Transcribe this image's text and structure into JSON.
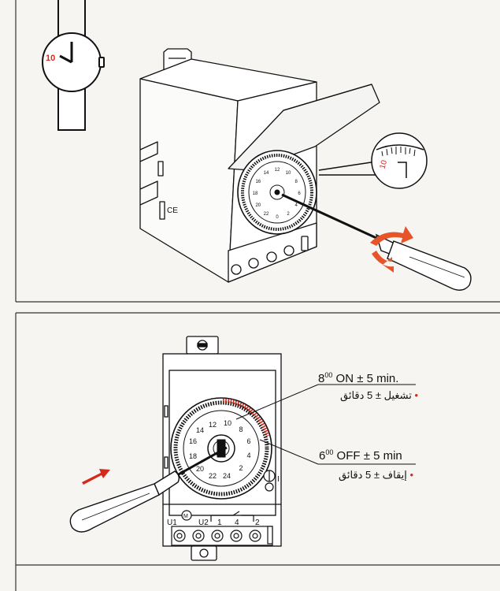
{
  "watch": {
    "hour_number": "10"
  },
  "dial_numbers": [
    "12",
    "10",
    "8",
    "6",
    "4",
    "2",
    "0",
    "22",
    "20",
    "18",
    "16",
    "14"
  ],
  "bottom_dial_numbers": [
    "12",
    "10",
    "8",
    "6",
    "4",
    "2",
    "24",
    "22",
    "20",
    "18",
    "16",
    "14"
  ],
  "terminal_labels": [
    "U1",
    "U2",
    "1",
    "4",
    "2"
  ],
  "switch_symbol": "I",
  "module_badge": "M",
  "ce_mark": "CE",
  "callouts": {
    "on": {
      "hour": "8",
      "superscript": "00",
      "text": "ON ± 5 min."
    },
    "on_arabic": "تشغيل ± 5 دقائق",
    "off": {
      "hour": "6",
      "superscript": "00",
      "text": "OFF ± 5 min"
    },
    "off_arabic": "إيقاف ± 5 دقائق"
  },
  "magnifier_scale": [
    "10"
  ],
  "colors": {
    "accent_red": "#d42a1c",
    "arrow_orange": "#e8542a",
    "line": "#1a1a1a",
    "paper": "#f7f5f1"
  }
}
